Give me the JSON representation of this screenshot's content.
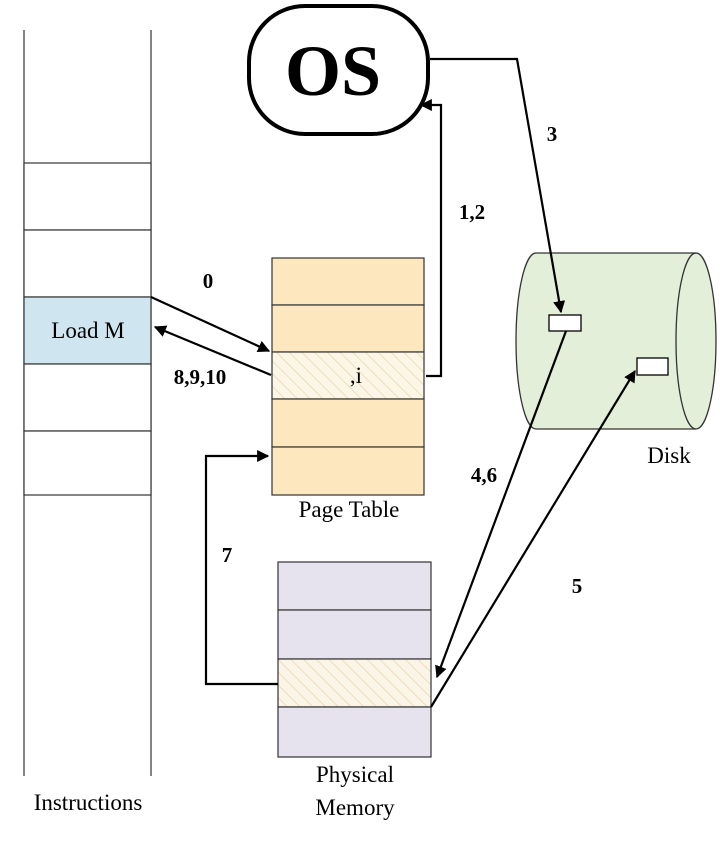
{
  "os": {
    "label": "OS"
  },
  "instructions": {
    "label": "Instructions",
    "load_label": "Load M",
    "load_color": "#cfe6f1"
  },
  "page_table": {
    "label": "Page Table",
    "entry_label": ",i",
    "color": "#fde7be"
  },
  "physical_memory": {
    "label_line1": "Physical",
    "label_line2": "Memory",
    "color": "#e6e2ee"
  },
  "disk": {
    "label": "Disk",
    "color": "#e4efd9"
  },
  "steps": {
    "s0": "0",
    "s12": "1,2",
    "s3": "3",
    "s46": "4,6",
    "s5": "5",
    "s7": "7",
    "s8910": "8,9,10"
  }
}
